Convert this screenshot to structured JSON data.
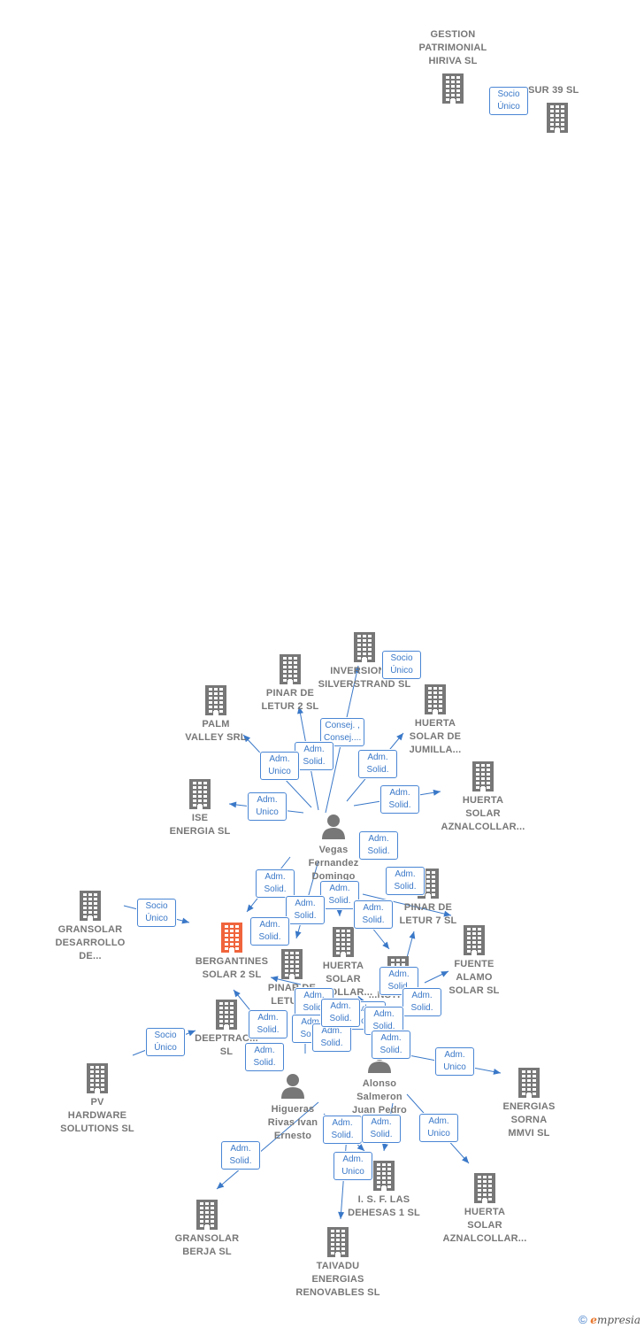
{
  "colors": {
    "building": "#777777",
    "main_building": "#f0643c",
    "person": "#777777",
    "edge": "#3a78c8"
  },
  "nodes": [
    {
      "id": "gestion",
      "type": "company",
      "label": [
        "GESTION",
        "PATRIMONIAL",
        "HIRIVA SL"
      ]
    },
    {
      "id": "sur39",
      "type": "company",
      "label": [
        "SUR 39  SL"
      ]
    },
    {
      "id": "inversiones",
      "type": "company",
      "label": [
        "INVERSIONES",
        "SILVERSTRAND SL"
      ]
    },
    {
      "id": "pinar2",
      "type": "company",
      "label": [
        "PINAR DE",
        "LETUR 2 SL"
      ]
    },
    {
      "id": "palm",
      "type": "company",
      "label": [
        "PALM",
        "VALLEY SRL"
      ]
    },
    {
      "id": "jumilla",
      "type": "company",
      "label": [
        "HUERTA",
        "SOLAR DE",
        "JUMILLA..."
      ]
    },
    {
      "id": "ise",
      "type": "company",
      "label": [
        "ISE",
        "ENERGIA  SL"
      ]
    },
    {
      "id": "aznal1",
      "type": "company",
      "label": [
        "HUERTA",
        "SOLAR",
        "AZNALCOLLAR..."
      ]
    },
    {
      "id": "vegas",
      "type": "person",
      "label": [
        "Vegas",
        "Fernandez",
        "Domingo"
      ]
    },
    {
      "id": "gransolar_des",
      "type": "company",
      "label": [
        "GRANSOLAR",
        "DESARROLLO",
        "DE..."
      ]
    },
    {
      "id": "bergantines",
      "type": "main",
      "label": [
        "BERGANTINES",
        "SOLAR 2  SL"
      ]
    },
    {
      "id": "pinar7",
      "type": "company",
      "label": [
        "PINAR DE",
        "LETUR 7 SL"
      ]
    },
    {
      "id": "fuente",
      "type": "company",
      "label": [
        "FUENTE",
        "ALAMO",
        "SOLAR SL"
      ]
    },
    {
      "id": "huerta_col",
      "type": "company",
      "label": [
        "HUERTA",
        "SOLAR",
        "...COLLAR..."
      ]
    },
    {
      "id": "pinar_x",
      "type": "company",
      "label": [
        "PINAR DE",
        "LETUR..."
      ]
    },
    {
      "id": "construc",
      "type": "company",
      "label": [
        "...NSTRUC..."
      ]
    },
    {
      "id": "deeptrac",
      "type": "company",
      "label": [
        "DEEPTRAC...",
        "SL"
      ]
    },
    {
      "id": "pv",
      "type": "company",
      "label": [
        "PV",
        "HARDWARE",
        "SOLUTIONS  SL"
      ]
    },
    {
      "id": "alonso",
      "type": "person",
      "label": [
        "Alonso",
        "Salmeron",
        "Juan Pedro"
      ]
    },
    {
      "id": "energias",
      "type": "company",
      "label": [
        "ENERGIAS",
        "SORNA",
        "MMVI SL"
      ]
    },
    {
      "id": "higueras",
      "type": "person",
      "label": [
        "Higueras",
        "Rivas Ivan",
        "Ernesto"
      ]
    },
    {
      "id": "dehesas",
      "type": "company",
      "label": [
        "I.  S. F. LAS",
        "DEHESAS 1 SL"
      ]
    },
    {
      "id": "aznal2",
      "type": "company",
      "label": [
        "HUERTA",
        "SOLAR",
        "AZNALCOLLAR..."
      ]
    },
    {
      "id": "gransolar_berja",
      "type": "company",
      "label": [
        "GRANSOLAR",
        "BERJA SL"
      ]
    },
    {
      "id": "taivadu",
      "type": "company",
      "label": [
        "TAIVADU",
        "ENERGIAS",
        "RENOVABLES SL"
      ]
    }
  ],
  "badges": [
    {
      "id": "b1",
      "lines": [
        "Socio",
        "Único"
      ]
    },
    {
      "id": "b2",
      "lines": [
        "Socio",
        "Único"
      ]
    },
    {
      "id": "b3",
      "lines": [
        "Consej. ,",
        "Consej...."
      ]
    },
    {
      "id": "b4",
      "lines": [
        "Adm.",
        "Solid."
      ]
    },
    {
      "id": "b5",
      "lines": [
        "Adm.",
        "Solid."
      ]
    },
    {
      "id": "b6",
      "lines": [
        "Adm.",
        "Unico"
      ]
    },
    {
      "id": "b7",
      "lines": [
        "Adm.",
        "Solid."
      ]
    },
    {
      "id": "b8",
      "lines": [
        "Adm.",
        "Unico"
      ]
    },
    {
      "id": "b9",
      "lines": [
        "Adm.",
        "Solid."
      ]
    },
    {
      "id": "b10",
      "lines": [
        "Adm.",
        "Solid."
      ]
    },
    {
      "id": "b11",
      "lines": [
        "Adm.",
        "Solid."
      ]
    },
    {
      "id": "b12",
      "lines": [
        "Socio",
        "Único"
      ]
    },
    {
      "id": "b13",
      "lines": [
        "Adm.",
        "Solid."
      ]
    },
    {
      "id": "b14",
      "lines": [
        "Adm.",
        "Solid."
      ]
    },
    {
      "id": "b15",
      "lines": [
        "Adm.",
        "Solid."
      ]
    },
    {
      "id": "b16",
      "lines": [
        "Adm.",
        "Solid."
      ]
    },
    {
      "id": "b17",
      "lines": [
        "Adm.",
        "Solid."
      ]
    },
    {
      "id": "b18",
      "lines": [
        "Adm.",
        "Solid."
      ]
    },
    {
      "id": "b19",
      "lines": [
        "Adm.",
        "Solid."
      ]
    },
    {
      "id": "b20",
      "lines": [
        "Adm.",
        "Solid."
      ]
    },
    {
      "id": "b21",
      "lines": [
        "Adm.",
        "Solid."
      ]
    },
    {
      "id": "b22",
      "lines": [
        "Adm.",
        "Solid."
      ]
    },
    {
      "id": "b23",
      "lines": [
        "Adm.",
        "Solid."
      ]
    },
    {
      "id": "b24",
      "lines": [
        "Adm.",
        "Solid."
      ]
    },
    {
      "id": "b25",
      "lines": [
        "Adm.",
        "Solid."
      ]
    },
    {
      "id": "b26",
      "lines": [
        "Socio",
        "Único"
      ]
    },
    {
      "id": "b27",
      "lines": [
        "Adm.",
        "Solid."
      ]
    },
    {
      "id": "b28",
      "lines": [
        "Adm.",
        "Unico"
      ]
    },
    {
      "id": "b29",
      "lines": [
        "Adm.",
        "Solid."
      ]
    },
    {
      "id": "b30",
      "lines": [
        "Adm.",
        "Solid."
      ]
    },
    {
      "id": "b31",
      "lines": [
        "Adm.",
        "Solid."
      ]
    },
    {
      "id": "b32",
      "lines": [
        "Adm.",
        "Unico"
      ]
    },
    {
      "id": "b33",
      "lines": [
        "Adm.",
        "Unico"
      ]
    },
    {
      "id": "b34",
      "lines": [
        "Adm.",
        "Solid."
      ]
    }
  ],
  "footer": {
    "copyright": "©",
    "brand_initial": "e",
    "brand_rest": "mpresia"
  }
}
